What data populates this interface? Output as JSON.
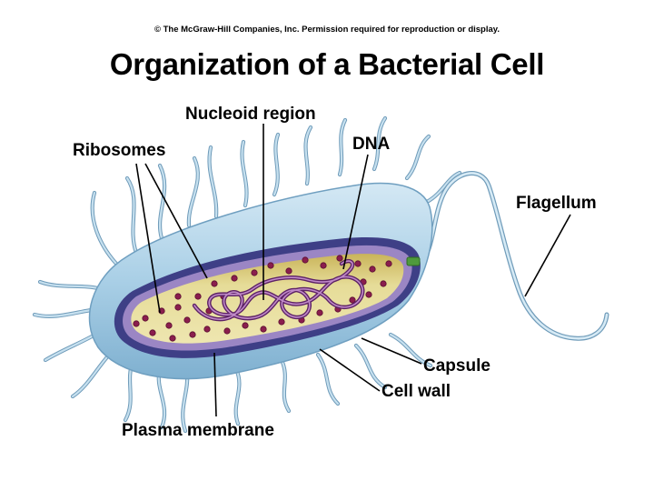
{
  "header": {
    "copyright": "© The McGraw-Hill Companies, Inc. Permission required for reproduction or display.",
    "title": "Organization of a Bacterial Cell"
  },
  "labels": {
    "nucleoid_region": "Nucleoid region",
    "dna": "DNA",
    "ribosomes": "Ribosomes",
    "flagellum": "Flagellum",
    "capsule": "Capsule",
    "cell_wall": "Cell wall",
    "plasma_membrane": "Plasma membrane"
  },
  "colors": {
    "capsule": "#a9cfe6",
    "capsule_edge": "#6f9fc0",
    "cell_wall": "#3e3f86",
    "plasma_membrane": "#9b86c4",
    "cytoplasm": "#e2d68c",
    "cytoplasm_shade": "#c9b45a",
    "ribosome": "#8a1e4d",
    "dna": "#8e3f96",
    "pili": "#9cc6e0",
    "pili_edge": "#6f9bb9",
    "flagellum_hook": "#4f9a3c"
  }
}
